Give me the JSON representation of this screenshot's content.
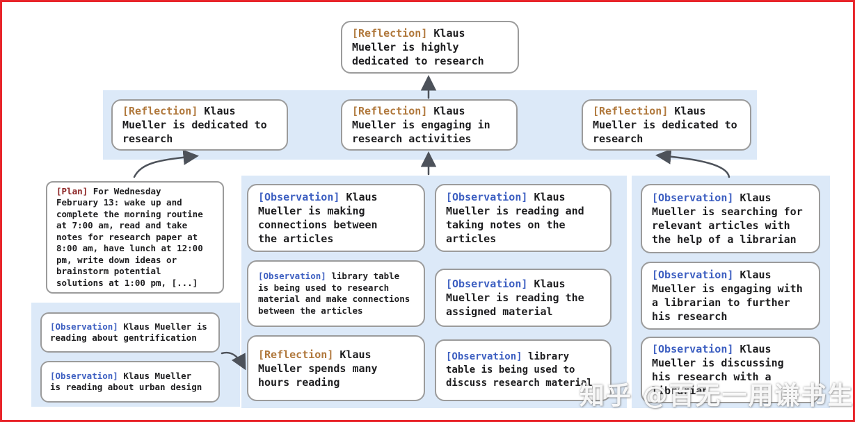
{
  "colors": {
    "frame-border": "#e8252b",
    "band": "#dce9f8",
    "node-border": "#9b9b9b",
    "text": "#1d1d1f",
    "reflection": "#b0783c",
    "observation": "#3d5fc1",
    "plan": "#8b2222",
    "arrow": "#4d525a"
  },
  "nodes": {
    "top": {
      "label": "[Reflection]",
      "text": "Klaus\nMueller is highly\ndedicated to research"
    },
    "row2_left": {
      "label": "[Reflection]",
      "text": "Klaus\nMueller is dedicated to\nresearch"
    },
    "row2_center": {
      "label": "[Reflection]",
      "text": "Klaus\nMueller is engaging in\nresearch activities"
    },
    "row2_right": {
      "label": "[Reflection]",
      "text": "Klaus\nMueller is dedicated to\nresearch"
    },
    "plan": {
      "label": "[Plan]",
      "text": "For Wednesday\nFebruary 13: wake up and\ncomplete the morning routine\nat 7:00 am, read and take\nnotes for research paper at\n8:00 am, have lunch at 12:00\npm, write down ideas or\nbrainstorm potential\nsolutions at 1:00 pm, [...]"
    },
    "left_obs_top": {
      "label": "[Observation]",
      "text": "Klaus Mueller is\nreading about gentrification"
    },
    "left_obs_bottom": {
      "label": "[Observation]",
      "text": "Klaus Mueller\nis reading about urban design"
    },
    "mid_col1_top": {
      "label": "[Observation]",
      "text": "Klaus\nMueller is making\nconnections between\nthe articles"
    },
    "mid_col1_mid": {
      "label": "[Observation]",
      "text": "library table\nis being used to research\nmaterial and make connections\nbetween the articles"
    },
    "mid_col1_bottom": {
      "label": "[Reflection]",
      "text": "Klaus\nMueller spends many\nhours reading"
    },
    "mid_col2_top": {
      "label": "[Observation]",
      "text": "Klaus\nMueller is reading and\ntaking notes on the\narticles"
    },
    "mid_col2_mid": {
      "label": "[Observation]",
      "text": "Klaus\nMueller is reading the\nassigned material"
    },
    "mid_col2_bottom": {
      "label": "[Observation]",
      "text": "library\ntable is being used to\ndiscuss research material"
    },
    "right_top": {
      "label": "[Observation]",
      "text": "Klaus\nMueller is searching for\nrelevant articles with\nthe help of a librarian"
    },
    "right_mid": {
      "label": "[Observation]",
      "text": "Klaus\nMueller is engaging with\na librarian to further\nhis research"
    },
    "right_bottom": {
      "label": "[Observation]",
      "text": "Klaus\nMueller is discussing\nhis research with a\nlibrarian"
    }
  },
  "watermark": {
    "text": "知乎 @百无一用谦书生"
  }
}
